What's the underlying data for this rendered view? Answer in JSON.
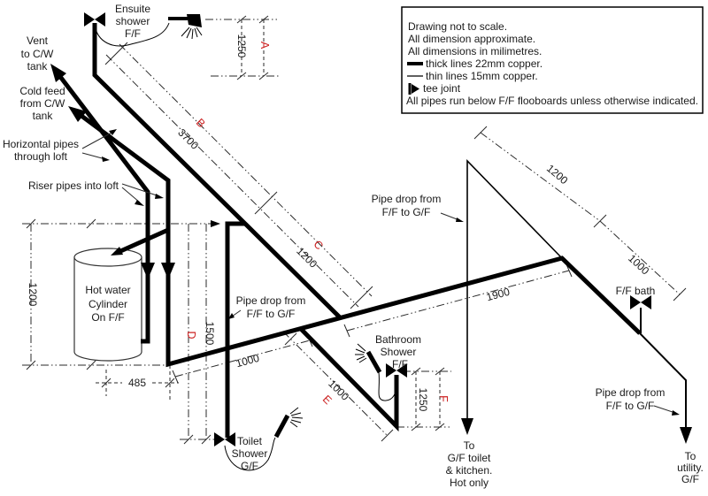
{
  "colors": {
    "bg": "#ffffff",
    "ink": "#1a1a1a",
    "pipe": "#000000",
    "red": "#cc2222"
  },
  "legend": {
    "lines": [
      "Drawing not to scale.",
      "All dimension approximate.",
      "All dimensions in milimetres.",
      "thick lines 22mm copper.",
      "thin lines 15mm copper.",
      "tee joint",
      "All pipes run below F/F flooboards unless otherwise indicated."
    ]
  },
  "labels": {
    "ensuite": [
      "Ensuite",
      "shower",
      "F/F"
    ],
    "vent": [
      "Vent",
      "to C/W",
      "tank"
    ],
    "cold_feed": [
      "Cold feed",
      "from C/W",
      "tank"
    ],
    "horizontal_pipes": [
      "Horizontal  pipes",
      "through loft"
    ],
    "riser_pipes": [
      "Riser pipes into loft"
    ],
    "cylinder": [
      "Hot water",
      "Cylinder",
      "On F/F"
    ],
    "pipe_drop": [
      "Pipe drop from",
      "F/F to G/F"
    ],
    "bathroom_shower": [
      "Bathroom",
      "Shower",
      "F/F"
    ],
    "toilet_shower": [
      "Toilet",
      "Shower",
      "G/F"
    ],
    "ff_bath": "F/F bath",
    "to_gf": [
      "To",
      "G/F toilet",
      "& kitchen.",
      "Hot only"
    ],
    "to_utility": [
      "To",
      "utility.",
      "G/F"
    ]
  },
  "dims": {
    "A": {
      "letter": "A",
      "value": "1250"
    },
    "B": {
      "letter": "B",
      "value": "3700"
    },
    "C": {
      "letter": "C",
      "value": "1200"
    },
    "D": {
      "letter": "D",
      "value": "1500"
    },
    "E": {
      "letter": "E",
      "value": "1000"
    },
    "F": {
      "letter": "F",
      "value": "1250"
    },
    "left": {
      "value": "1200"
    },
    "offset": {
      "value": "485"
    },
    "lower_run": {
      "value": "1000"
    },
    "main_run": {
      "value": "1900"
    },
    "right_drop": {
      "value": "1200"
    },
    "bath_run": {
      "value": "1000"
    }
  }
}
